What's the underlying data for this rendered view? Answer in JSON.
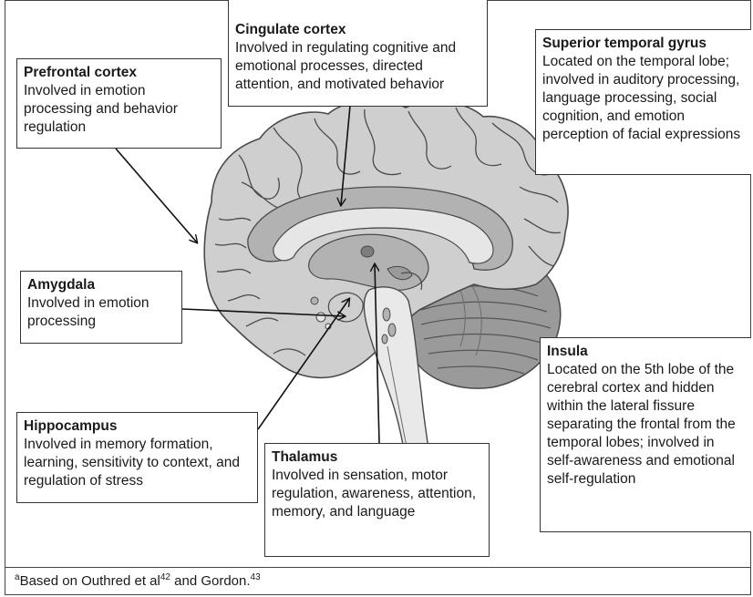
{
  "labels": {
    "prefrontal": {
      "title": "Prefrontal cortex",
      "desc": "Involved in emotion processing and behavior regulation"
    },
    "cingulate": {
      "title": "Cingulate cortex",
      "desc": "Involved in regulating cognitive and emotional processes, directed attention, and motivated behavior"
    },
    "superior_temporal": {
      "title": "Superior temporal gyrus",
      "desc": "Located on the temporal lobe; involved in auditory processing, language processing, social cognition, and emotion perception of facial expressions"
    },
    "amygdala": {
      "title": "Amygdala",
      "desc": "Involved in emotion processing"
    },
    "hippocampus": {
      "title": "Hippocampus",
      "desc": "Involved in memory formation, learning, sensitivity to context, and regulation of stress"
    },
    "thalamus": {
      "title": "Thalamus",
      "desc": "Involved in sensation, motor regulation, awareness, attention, memory, and language"
    },
    "insula": {
      "title": "Insula",
      "desc": "Located on the 5th lobe of the cerebral cortex and hidden within the lateral fissure separating the frontal from the temporal lobes; involved in self-awareness and emotional self-regulation"
    }
  },
  "footnote": {
    "marker": "a",
    "text_1": "Based on Outhred et al",
    "ref_1": "42",
    "text_2": " and Gordon.",
    "ref_2": "43"
  },
  "colors": {
    "cortex_fill": "#cfcfcf",
    "cortex_stroke": "#4a4a4a",
    "inner_fill": "#b2b2b2",
    "corpus_callosum": "#e6e6e6",
    "cerebellum_fill": "#9a9a9a",
    "brainstem_fill": "#e9e9e9"
  }
}
